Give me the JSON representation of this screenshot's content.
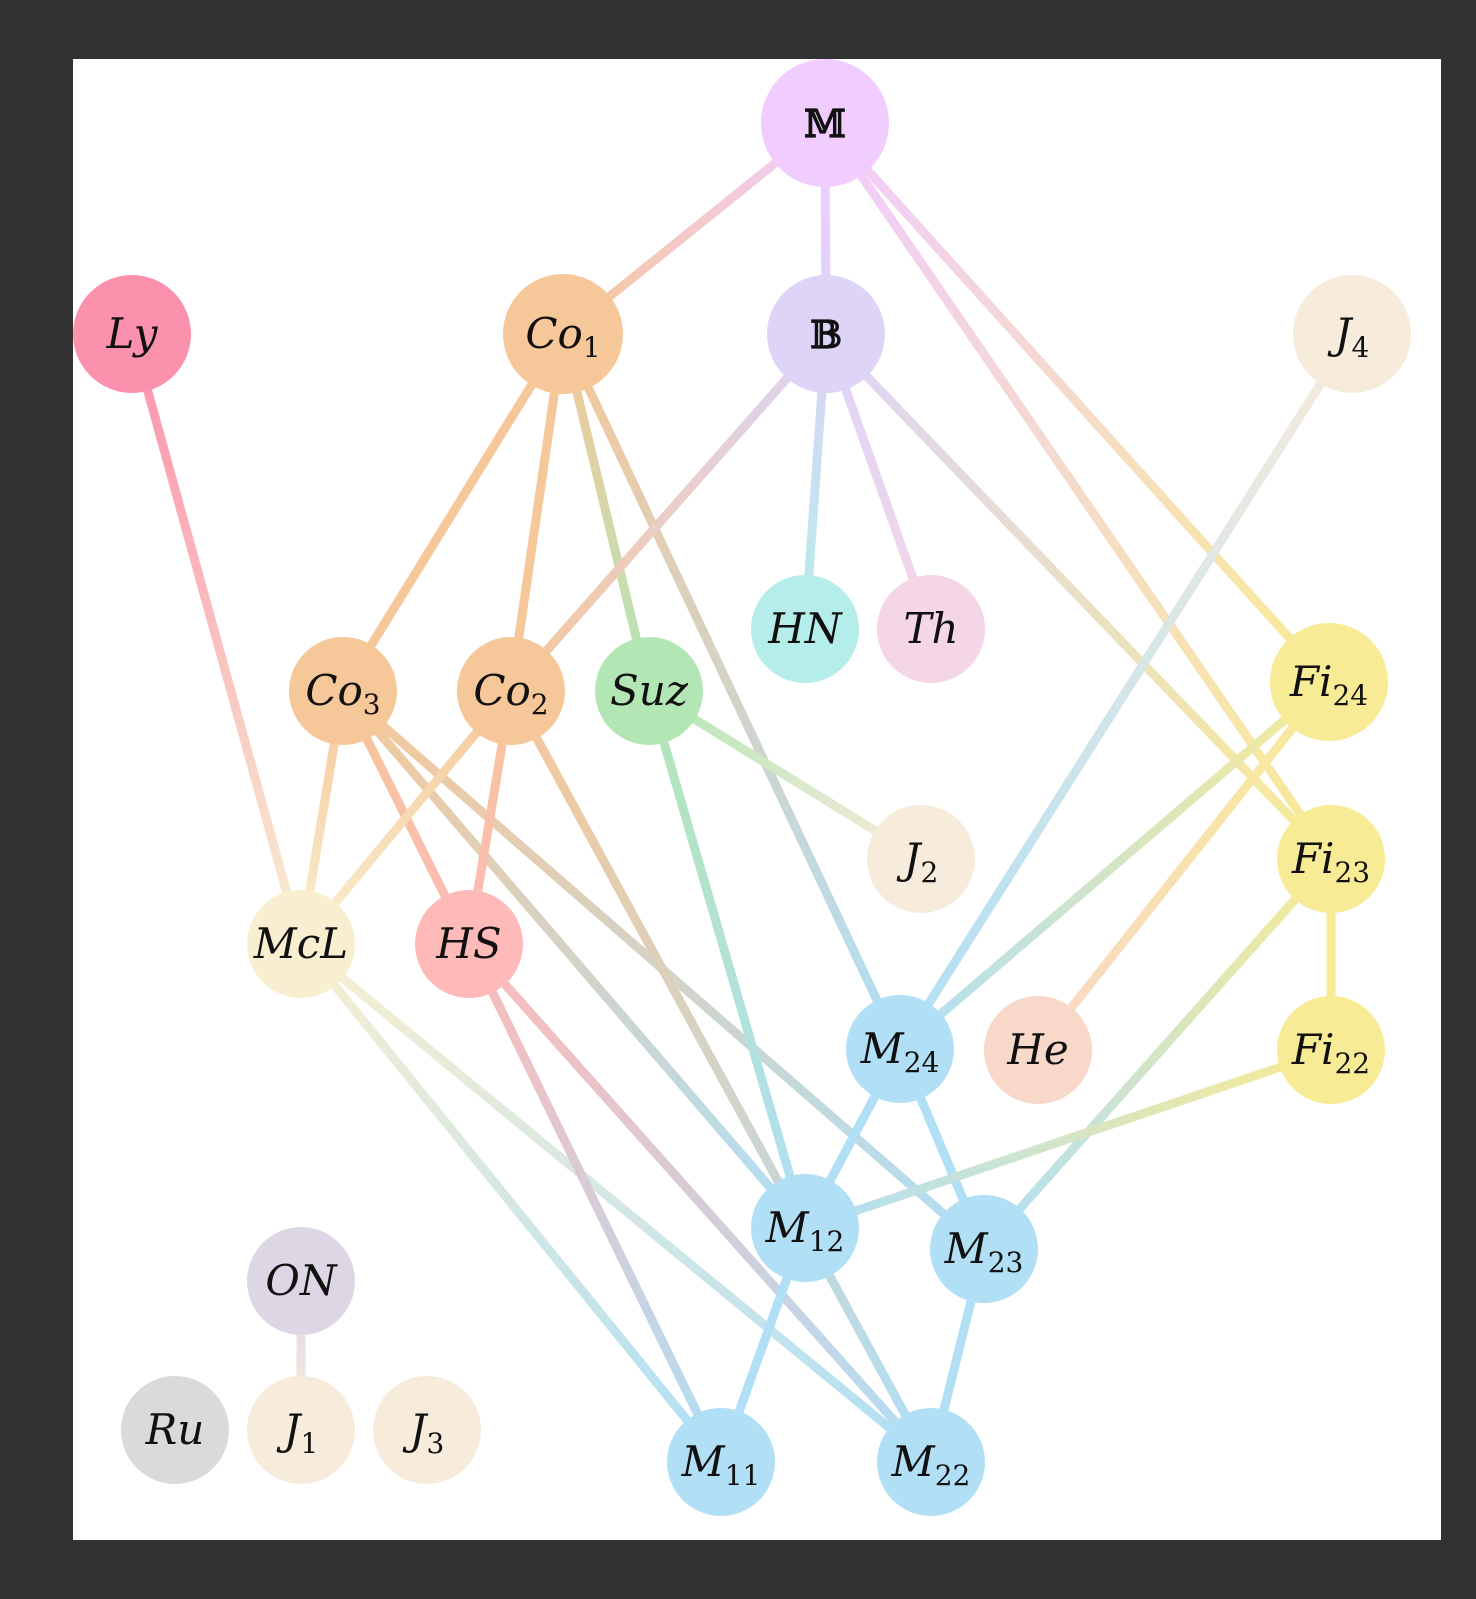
{
  "diagram": {
    "nodes": [
      {
        "id": "M",
        "base": "𝕄",
        "sub": "",
        "color": "#f1ccff",
        "bb": true
      },
      {
        "id": "Ly",
        "base": "Ly",
        "sub": "",
        "color": "#fb91ad"
      },
      {
        "id": "Co1",
        "base": "Co",
        "sub": "1",
        "color": "#f6c799"
      },
      {
        "id": "B",
        "base": "𝔹",
        "sub": "",
        "color": "#ddd4f8",
        "bb": true
      },
      {
        "id": "J4",
        "base": "J",
        "sub": "4",
        "color": "#f7ebdc"
      },
      {
        "id": "HN",
        "base": "HN",
        "sub": "",
        "color": "#b4ede9"
      },
      {
        "id": "Th",
        "base": "Th",
        "sub": "",
        "color": "#f5d6e7"
      },
      {
        "id": "Co3",
        "base": "Co",
        "sub": "3",
        "color": "#f6c799"
      },
      {
        "id": "Co2",
        "base": "Co",
        "sub": "2",
        "color": "#f6c799"
      },
      {
        "id": "Suz",
        "base": "Suz",
        "sub": "",
        "color": "#b3e6b5"
      },
      {
        "id": "Fi24",
        "base": "Fi",
        "sub": "24",
        "color": "#f8eb95"
      },
      {
        "id": "J2",
        "base": "J",
        "sub": "2",
        "color": "#f7ebdc"
      },
      {
        "id": "Fi23",
        "base": "Fi",
        "sub": "23",
        "color": "#f8eb95"
      },
      {
        "id": "McL",
        "base": "McL",
        "sub": "",
        "color": "#f8efd1"
      },
      {
        "id": "HS",
        "base": "HS",
        "sub": "",
        "color": "#fdbab8"
      },
      {
        "id": "M24",
        "base": "M",
        "sub": "24",
        "color": "#b0dff6"
      },
      {
        "id": "He",
        "base": "He",
        "sub": "",
        "color": "#f8d8c9"
      },
      {
        "id": "Fi22",
        "base": "Fi",
        "sub": "22",
        "color": "#f8eb95"
      },
      {
        "id": "M12",
        "base": "M",
        "sub": "12",
        "color": "#b0dff6"
      },
      {
        "id": "M23",
        "base": "M",
        "sub": "23",
        "color": "#b0dff6"
      },
      {
        "id": "ON",
        "base": "ON",
        "sub": "",
        "color": "#ddd7e5"
      },
      {
        "id": "Ru",
        "base": "Ru",
        "sub": "",
        "color": "#dadada"
      },
      {
        "id": "J1",
        "base": "J",
        "sub": "1",
        "color": "#f7ebdc"
      },
      {
        "id": "J3",
        "base": "J",
        "sub": "3",
        "color": "#f7ebdc"
      },
      {
        "id": "M11",
        "base": "M",
        "sub": "11",
        "color": "#b0dff6"
      },
      {
        "id": "M22",
        "base": "M",
        "sub": "22",
        "color": "#b0dff6"
      }
    ],
    "edges": [
      [
        "M",
        "Co1"
      ],
      [
        "M",
        "B"
      ],
      [
        "M",
        "Fi24"
      ],
      [
        "M",
        "Fi23"
      ],
      [
        "Ly",
        "McL"
      ],
      [
        "Co1",
        "Co3"
      ],
      [
        "Co1",
        "Co2"
      ],
      [
        "Co1",
        "Suz"
      ],
      [
        "Co1",
        "M24"
      ],
      [
        "B",
        "Co2"
      ],
      [
        "B",
        "HN"
      ],
      [
        "B",
        "Th"
      ],
      [
        "B",
        "Fi23"
      ],
      [
        "J4",
        "M24"
      ],
      [
        "Co3",
        "McL"
      ],
      [
        "Co3",
        "HS"
      ],
      [
        "Co3",
        "M12"
      ],
      [
        "Co3",
        "M23"
      ],
      [
        "Co2",
        "McL"
      ],
      [
        "Co2",
        "HS"
      ],
      [
        "Co2",
        "M22"
      ],
      [
        "Suz",
        "J2"
      ],
      [
        "Suz",
        "M12"
      ],
      [
        "Fi24",
        "M24"
      ],
      [
        "Fi24",
        "He"
      ],
      [
        "Fi23",
        "Fi22"
      ],
      [
        "Fi23",
        "M23"
      ],
      [
        "McL",
        "M11"
      ],
      [
        "McL",
        "M22"
      ],
      [
        "HS",
        "M11"
      ],
      [
        "HS",
        "M22"
      ],
      [
        "M24",
        "M12"
      ],
      [
        "M24",
        "M23"
      ],
      [
        "Fi22",
        "M12"
      ],
      [
        "M12",
        "M11"
      ],
      [
        "M23",
        "M22"
      ],
      [
        "ON",
        "J1"
      ]
    ]
  }
}
